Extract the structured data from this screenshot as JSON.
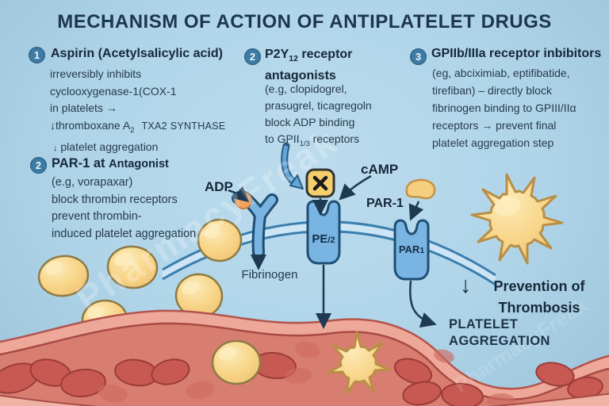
{
  "title": "MECHANISM OF ACTION OF ANTIPLATELET DRUGS",
  "watermark": "PharmacyFreak",
  "colors": {
    "background": "#afd4e8",
    "title_ink": "#1d3550",
    "body_ink": "#263a4b",
    "number_circle": "#3e7ca3",
    "platelet_yellow": "#f6d286",
    "platelet_outline": "#8d7b45",
    "vessel_wall": "#eea89a",
    "vessel_lumen": "#d87e70",
    "rbc_red": "#c75952",
    "receptor_blue": "#79b4e2",
    "receptor_outline": "#1f4e74",
    "membrane_line": "#3b7fae",
    "x_box_yellow": "#f6cf6d",
    "adp_orange": "#f3a55e"
  },
  "sections": {
    "aspirin": {
      "number": "1",
      "heading": "Aspirin (Acetylsalicylic acid)",
      "line1": "irreversibly inhibits",
      "line2": "cyclooxygenase-1(COX-1",
      "line3": "in platelets →",
      "line4_arrow": "↓",
      "line4_text": "thromboxane A",
      "line4_sub": "2",
      "line4_note": "TXA2 SYNTHASE",
      "line5_arrow": "↓",
      "line5_text": "platelet aggregation"
    },
    "p2y12": {
      "number": "2",
      "h_pre": "P2Y",
      "h_sub": "12",
      "h_post": " receptor",
      "h_line2": "antagonists",
      "line1": "(e.g, clopidogrel,",
      "line2": "prasugrel, ticagregoln",
      "line3": "block ADP binding",
      "line4_pre": "to GPII",
      "line4_sub": "1/3",
      "line4_post": " receptors"
    },
    "gp2b3a": {
      "number": "3",
      "heading": "GPIIb/IIIa receptor inbibitors",
      "line1": "(eg, abciximiab, eptifibatide,",
      "line2": "tirefiban) – directly block",
      "line3": "fibrinogen binding to GPIII/IIα",
      "line4": "receptors → prevent final",
      "line5": "platelet aggregation step"
    },
    "par1": {
      "number": "2",
      "heading_main": "PAR-1 at",
      "heading_bold": "Antagonist",
      "line1": "(e.g, vorapaxar)",
      "line2": "block thrombin receptors",
      "line3": "prevent thrombin-",
      "line4": "induced platelet aggregation"
    }
  },
  "diagram": {
    "adp": "ADP",
    "camp": "cAMP",
    "par1_label": "PAR-1",
    "receptor_pe_main": "PE",
    "receptor_pe_sub": "/2",
    "receptor_par_main": "PAR",
    "receptor_par_sub": "1",
    "fibrinogen": "Fibrinogen",
    "prevention_arrow": "↓",
    "prevention_line1": "Prevention of",
    "prevention_line2": "Thrombosis",
    "aggregation_line1": "PLATELET",
    "aggregation_line2": "AGGREGATION"
  }
}
